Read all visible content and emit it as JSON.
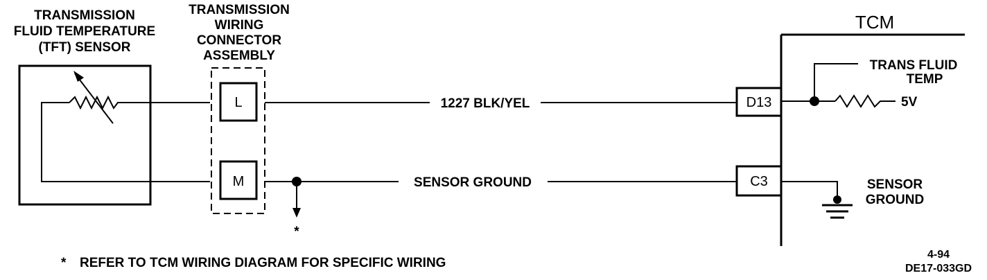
{
  "sensor": {
    "label_lines": [
      "TRANSMISSION",
      "FLUID TEMPERATURE",
      "(TFT) SENSOR"
    ]
  },
  "connector": {
    "label_lines": [
      "TRANSMISSION",
      "WIRING",
      "CONNECTOR",
      "ASSEMBLY"
    ],
    "pin_l": "L",
    "pin_m": "M"
  },
  "wires": {
    "signal": "1227 BLK/YEL",
    "ground": "SENSOR GROUND"
  },
  "tcm": {
    "title": "TCM",
    "pin_d13": "D13",
    "pin_c3": "C3",
    "trans_fluid_lines": [
      "TRANS FLUID",
      "TEMP"
    ],
    "voltage": "5V",
    "ground_lines": [
      "SENSOR",
      "GROUND"
    ]
  },
  "footnote": {
    "asterisk": "*",
    "text": "REFER TO TCM WIRING DIAGRAM FOR SPECIFIC WIRING"
  },
  "doc_code": {
    "date": "4-94",
    "code": "DE17-033GD"
  }
}
